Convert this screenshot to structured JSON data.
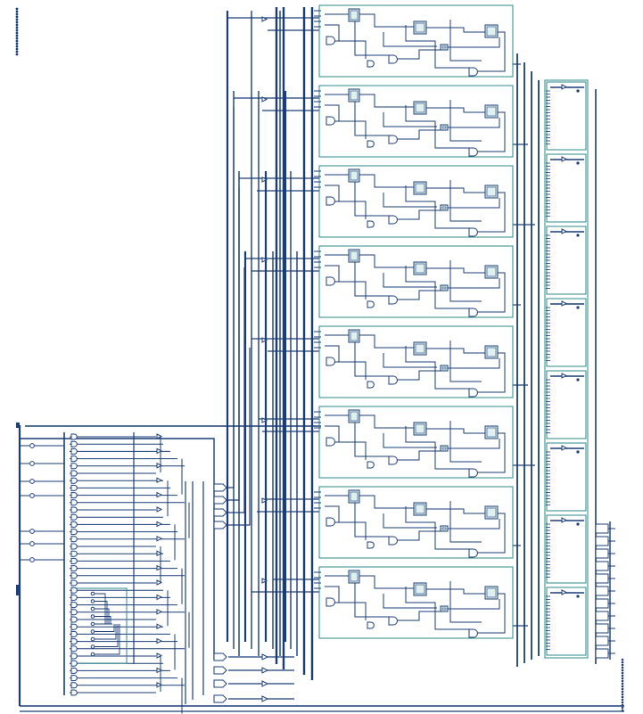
{
  "canvas": {
    "background": "#ffffff"
  },
  "colors": {
    "wire": "#1a3d78",
    "bus": "#123a75",
    "module_border": "#2a8a8a",
    "component_fill": "#dff0ee"
  },
  "layout": {
    "register_cells": 8,
    "output_cells": 8,
    "mux_count": 4,
    "decoder_rows": 36
  },
  "icons": {
    "gate": "and-gate-icon",
    "buffer": "buffer-icon",
    "flip_flop": "flip-flop-icon",
    "connector": "pin-connector-icon"
  }
}
